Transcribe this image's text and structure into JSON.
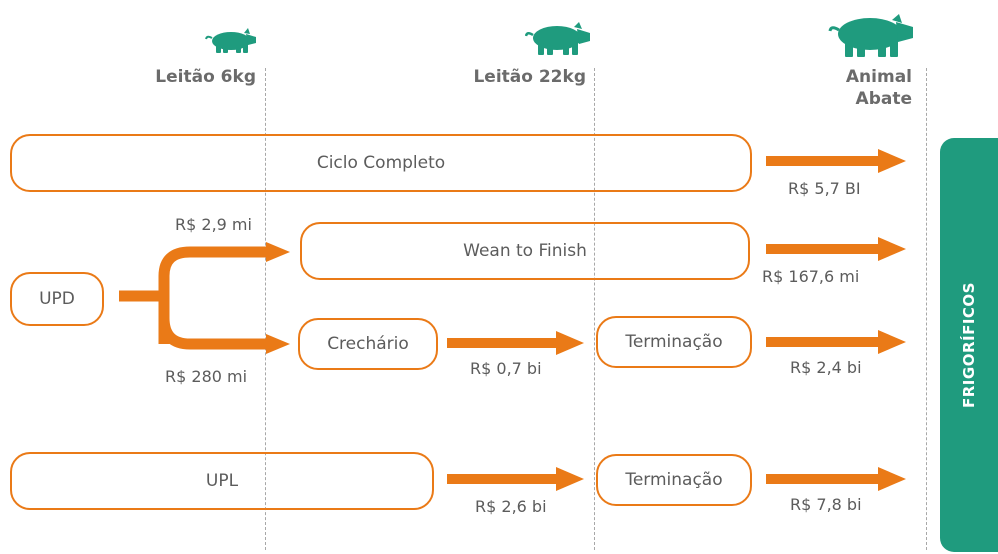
{
  "stages": {
    "s1": "Leitão 6kg",
    "s2": "Leitão 22kg",
    "s3_line1": "Animal",
    "s3_line2": "Abate"
  },
  "boxes": {
    "ciclo_completo": "Ciclo Completo",
    "wean_to_finish": "Wean to Finish",
    "upd": "UPD",
    "crechario": "Crechário",
    "terminacao_1": "Terminação",
    "upl": "UPL",
    "terminacao_2": "Terminação"
  },
  "values": {
    "ciclo_completo": "R$ 5,7 BI",
    "upd_top": "R$ 2,9 mi",
    "wean_to_finish": "R$ 167,6 mi",
    "upd_bottom": "R$ 280 mi",
    "crechario": "R$ 0,7 bi",
    "terminacao_1": "R$ 2,4 bi",
    "upl": "R$ 2,6 bi",
    "terminacao_2": "R$ 7,8 bi"
  },
  "side_panel": {
    "label": "FRIGORÍFICOS"
  },
  "colors": {
    "orange": "#ea7a17",
    "green": "#1f9b7e",
    "dashed_line": "#a8a8a8"
  },
  "icons": [
    "pig-icon",
    "pig-icon",
    "pig-icon"
  ]
}
